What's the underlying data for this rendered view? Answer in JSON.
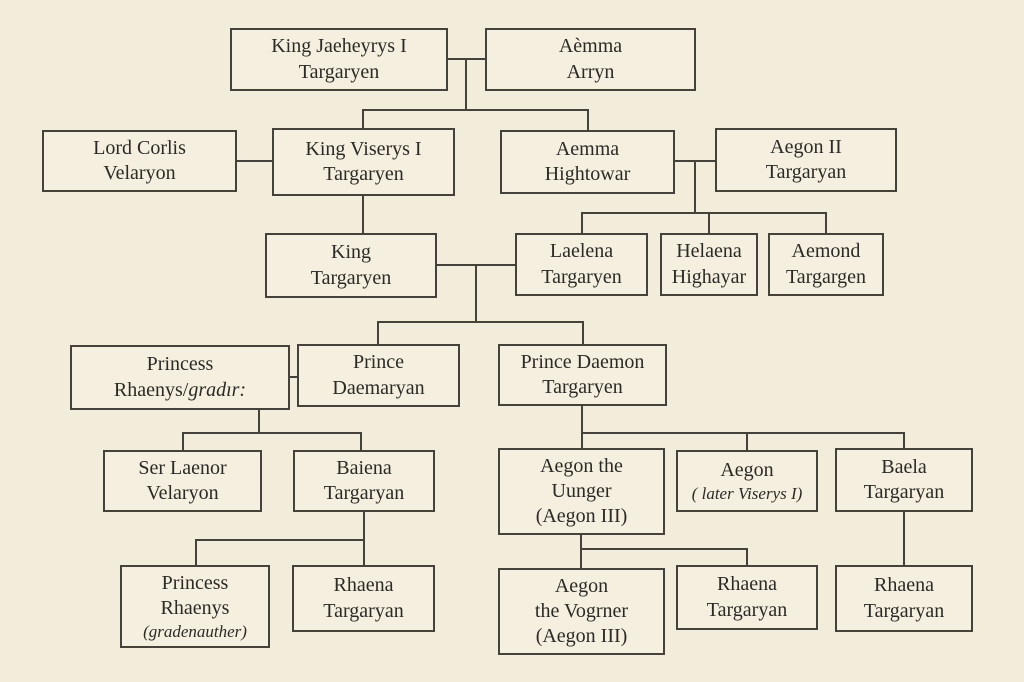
{
  "colors": {
    "paper": "#f2ecdb",
    "box_fill": "#f4efdf",
    "ink": "#45423b"
  },
  "nodes": {
    "jaehaerys": [
      "King Jaeheyrys I",
      "Targaryen"
    ],
    "aemma_arryn": [
      "Aèmma",
      "Arryn"
    ],
    "corlis": [
      "Lord Corlis",
      "Velaryon"
    ],
    "viserys": [
      "King Viserys I",
      "Targaryen"
    ],
    "hightowar": [
      "Aemma",
      "Hightowar"
    ],
    "aegon2": [
      "Aegon II",
      "Targaryan"
    ],
    "king_t": [
      "King",
      "Targaryen"
    ],
    "laelena": [
      "Laelena",
      "Targaryen"
    ],
    "helaena": [
      "Helaena",
      "Highayar"
    ],
    "aemond": [
      "Aemond",
      "Targargen"
    ],
    "rhaenys_sr": [
      "Princess",
      "Rhaenys/",
      "gradır:"
    ],
    "daemaryan": [
      "Prince",
      "Daemaryan"
    ],
    "daemon": [
      "Prince Daemon",
      "Targaryen"
    ],
    "laenor": [
      "Ser Laenor",
      "Velaryon"
    ],
    "baiena": [
      "Baiena",
      "Targaryan"
    ],
    "aegon_uunger": [
      "Aegon the",
      "Uunger",
      "(Aegon III)"
    ],
    "aegon_later": [
      "Aegon",
      "( later Viserys I)"
    ],
    "baela": [
      "Baela",
      "Targaryan"
    ],
    "rhaenys_jr": [
      "Princess",
      "Rhaenys",
      "(gradenauther)"
    ],
    "rhaena_l": [
      "Rhaena",
      "Targaryan"
    ],
    "aegon_vogrner": [
      "Aegon",
      "the Vogrner",
      "(Aegon III)"
    ],
    "rhaena_m": [
      "Rhaena",
      "Targaryan"
    ],
    "rhaena_r": [
      "Rhaena",
      "Targaryan"
    ]
  }
}
